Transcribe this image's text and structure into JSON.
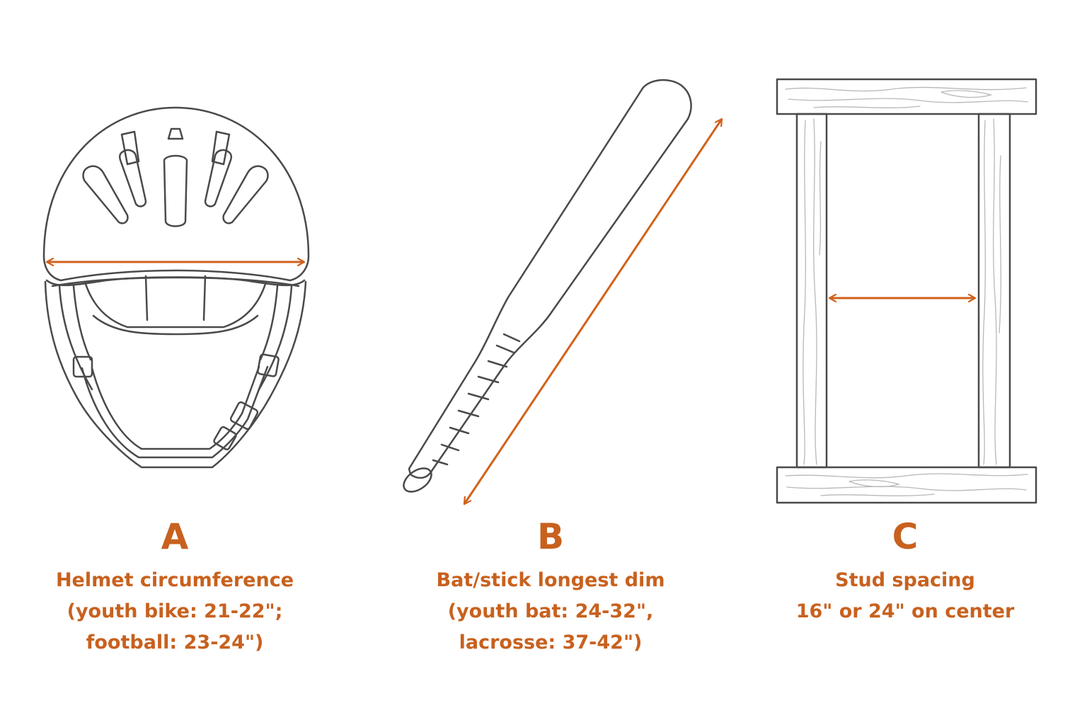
{
  "colors": {
    "line": "#4a4a4a",
    "accent": "#d0621c",
    "wood_grain": "#b8b8b8"
  },
  "panels": [
    {
      "letter": "A",
      "subject_icon": "bike-helmet-icon",
      "caption_lines": [
        "Helmet circumference",
        "(youth bike: 21-22\";",
        "football: 23-24\")"
      ]
    },
    {
      "letter": "B",
      "subject_icon": "baseball-bat-icon",
      "caption_lines": [
        "Bat/stick longest dim",
        "(youth bat: 24-32\",",
        "lacrosse: 37-42\")"
      ]
    },
    {
      "letter": "C",
      "subject_icon": "wall-stud-frame-icon",
      "caption_lines": [
        "Stud spacing",
        "16\" or 24\" on center"
      ]
    }
  ]
}
